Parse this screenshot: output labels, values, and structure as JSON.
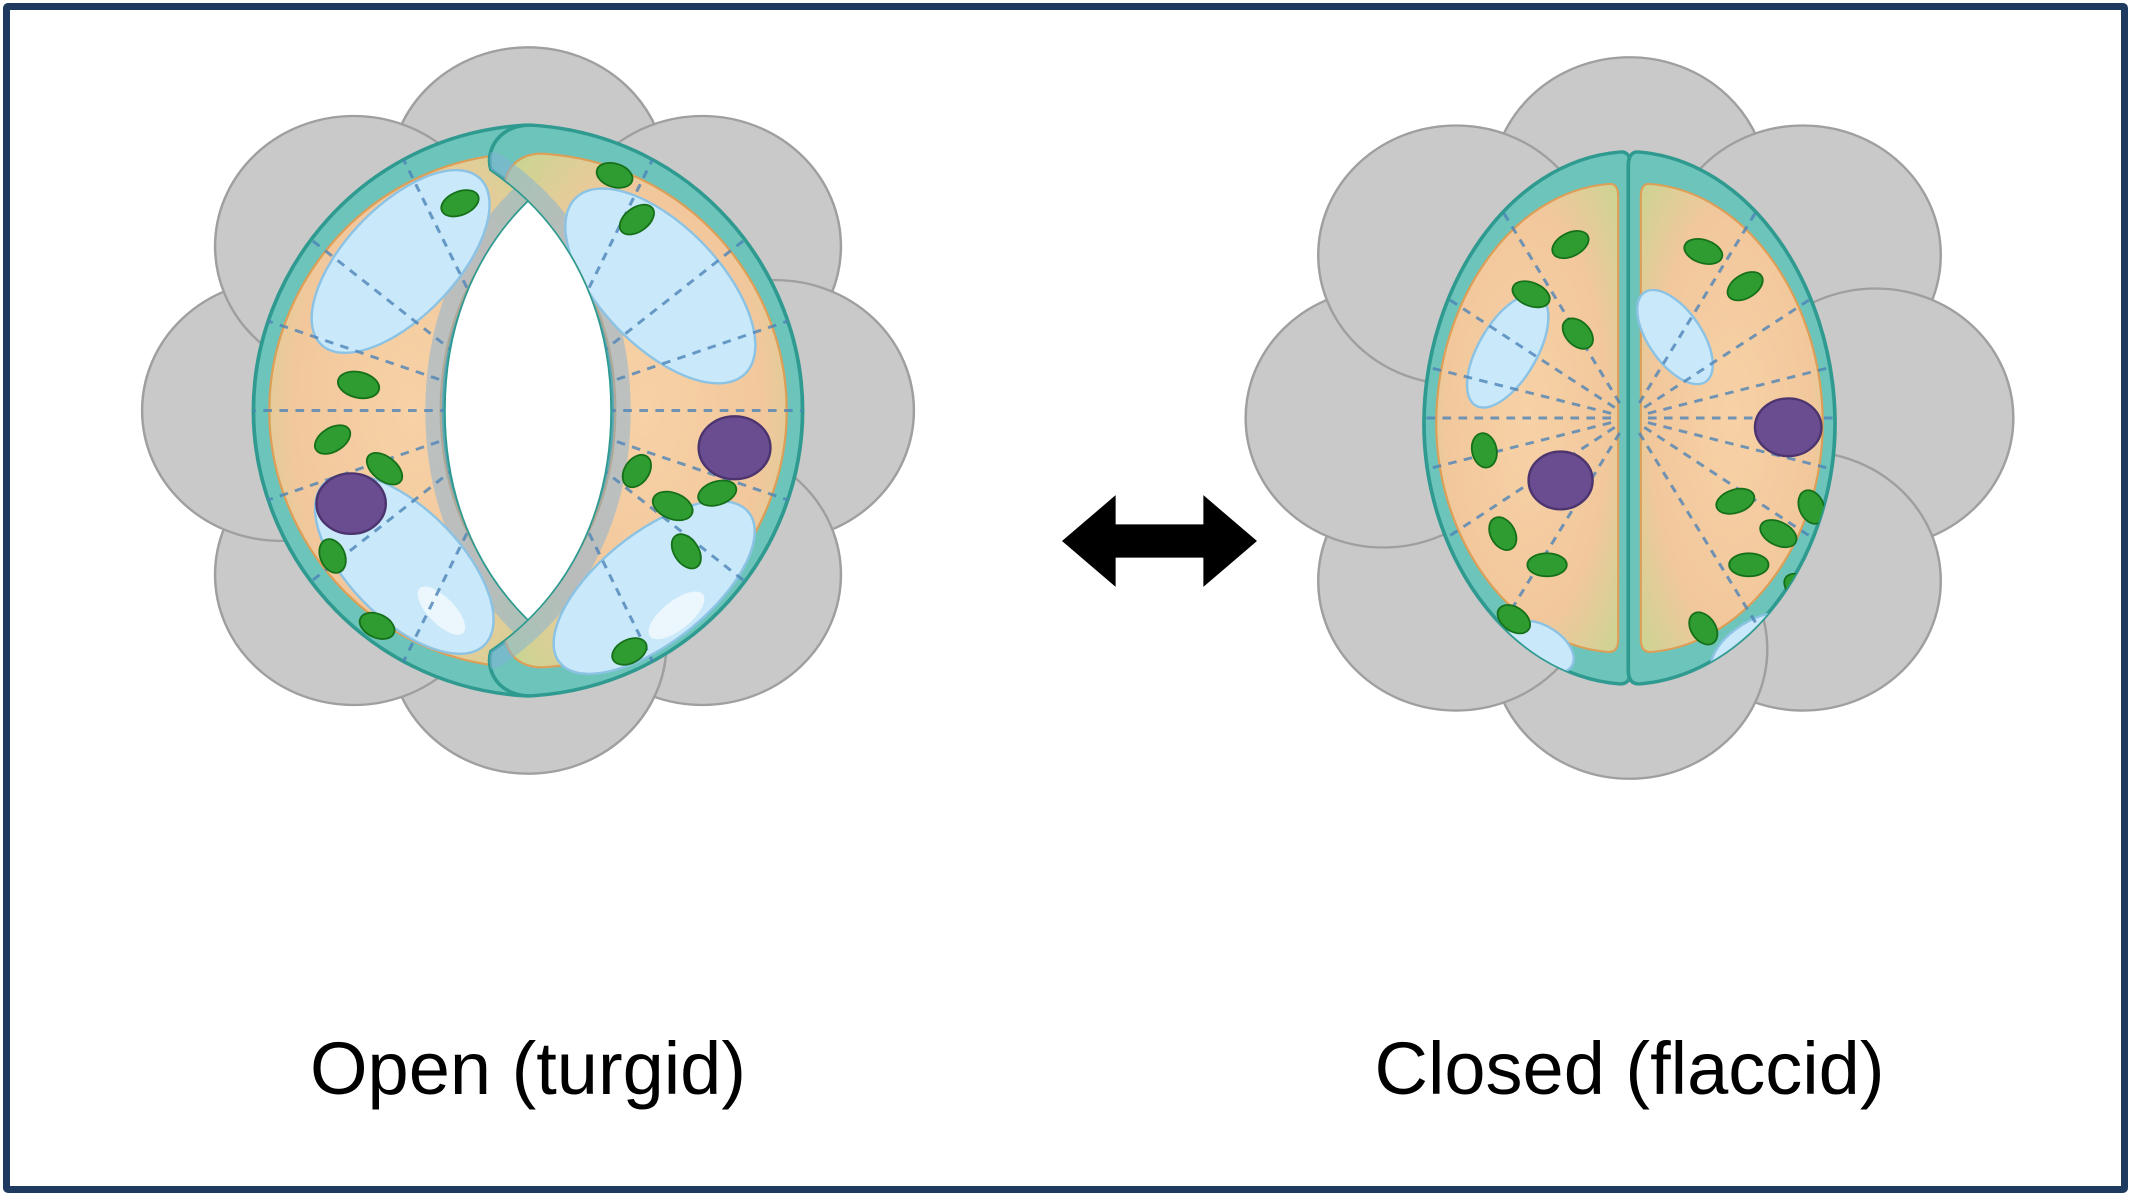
{
  "figure": {
    "type": "stomata-states-diagram",
    "left_state": "open",
    "right_state": "closed",
    "arrow_icon": "double-headed-arrow"
  },
  "labels": {
    "open": "Open (turgid)",
    "closed": "Closed (flaccid)"
  },
  "colors": {
    "border": "#1e3a5f",
    "background": "#ffffff",
    "epidermal": "#c9c9c9",
    "epidermal-stroke": "#9f9f9f",
    "wall": "#6cc4ba",
    "wall-stroke": "#2f9a90",
    "cytoplasm-light": "#f7d2a6",
    "cytoplasm": "#f2c79c",
    "rim-green": "#bdd98f",
    "membrane": "#dd9e57",
    "vacuole": "#c9e9fa",
    "vacuole-stroke": "#8cc3e4",
    "chloroplast": "#2e9c31",
    "chloroplast-stroke": "#16701a",
    "nucleus": "#6a4c90",
    "nucleus-stroke": "#4c356f",
    "fibril": "#4d83b8",
    "inner-wall": "#82b2d9",
    "arrow": "#000000",
    "text": "#000000"
  }
}
